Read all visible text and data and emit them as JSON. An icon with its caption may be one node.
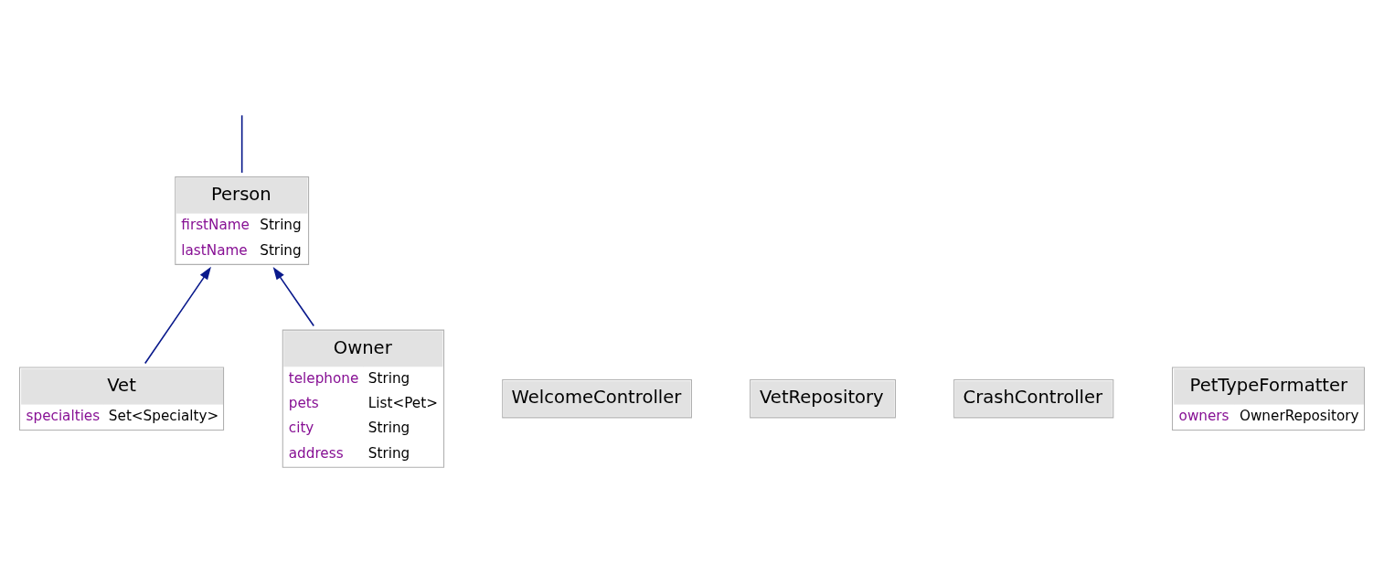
{
  "diagram": {
    "nodes": [
      {
        "text": [
          "Person",
          "firstName",
          "String",
          "lastName",
          "String"
        ]
      },
      {
        "text": [
          "Vet",
          "specialties",
          "Set<Specialty>"
        ]
      },
      {
        "text": [
          "Owner",
          "telephone",
          "String",
          "pets",
          "List<Pet>",
          "city",
          "String",
          "address",
          "String"
        ]
      },
      {
        "text": [
          "WelcomeController"
        ]
      },
      {
        "text": [
          "VetRepository"
        ]
      },
      {
        "text": [
          "CrashController"
        ]
      },
      {
        "text": [
          "PetTypeFormatter",
          "owners",
          "OwnerRepository"
        ]
      }
    ],
    "edges": [
      {
        "from": 2,
        "to": 0,
        "arrow": "to"
      },
      {
        "from": 1,
        "to": 0,
        "arrow": "to"
      },
      {
        "from": 0,
        "to": null,
        "arrow": "none"
      }
    ]
  }
}
